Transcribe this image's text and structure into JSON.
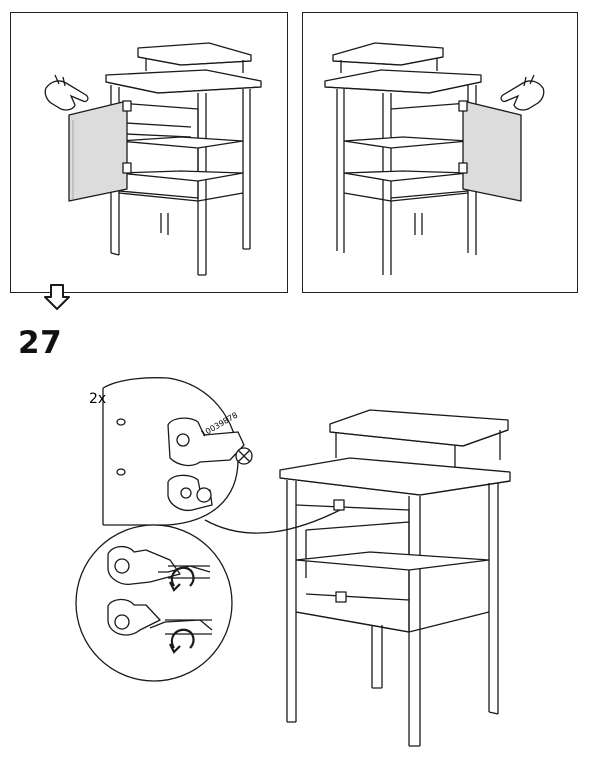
{
  "step": {
    "number": "27"
  },
  "detail": {
    "quantity": "2x",
    "part_number": "10039878"
  },
  "icons": {
    "arrow": "down-arrow-icon",
    "hand_left": "pointing-hand-icon",
    "hand_right": "pointing-hand-icon",
    "rotate": "rotate-clockwise-icon"
  }
}
